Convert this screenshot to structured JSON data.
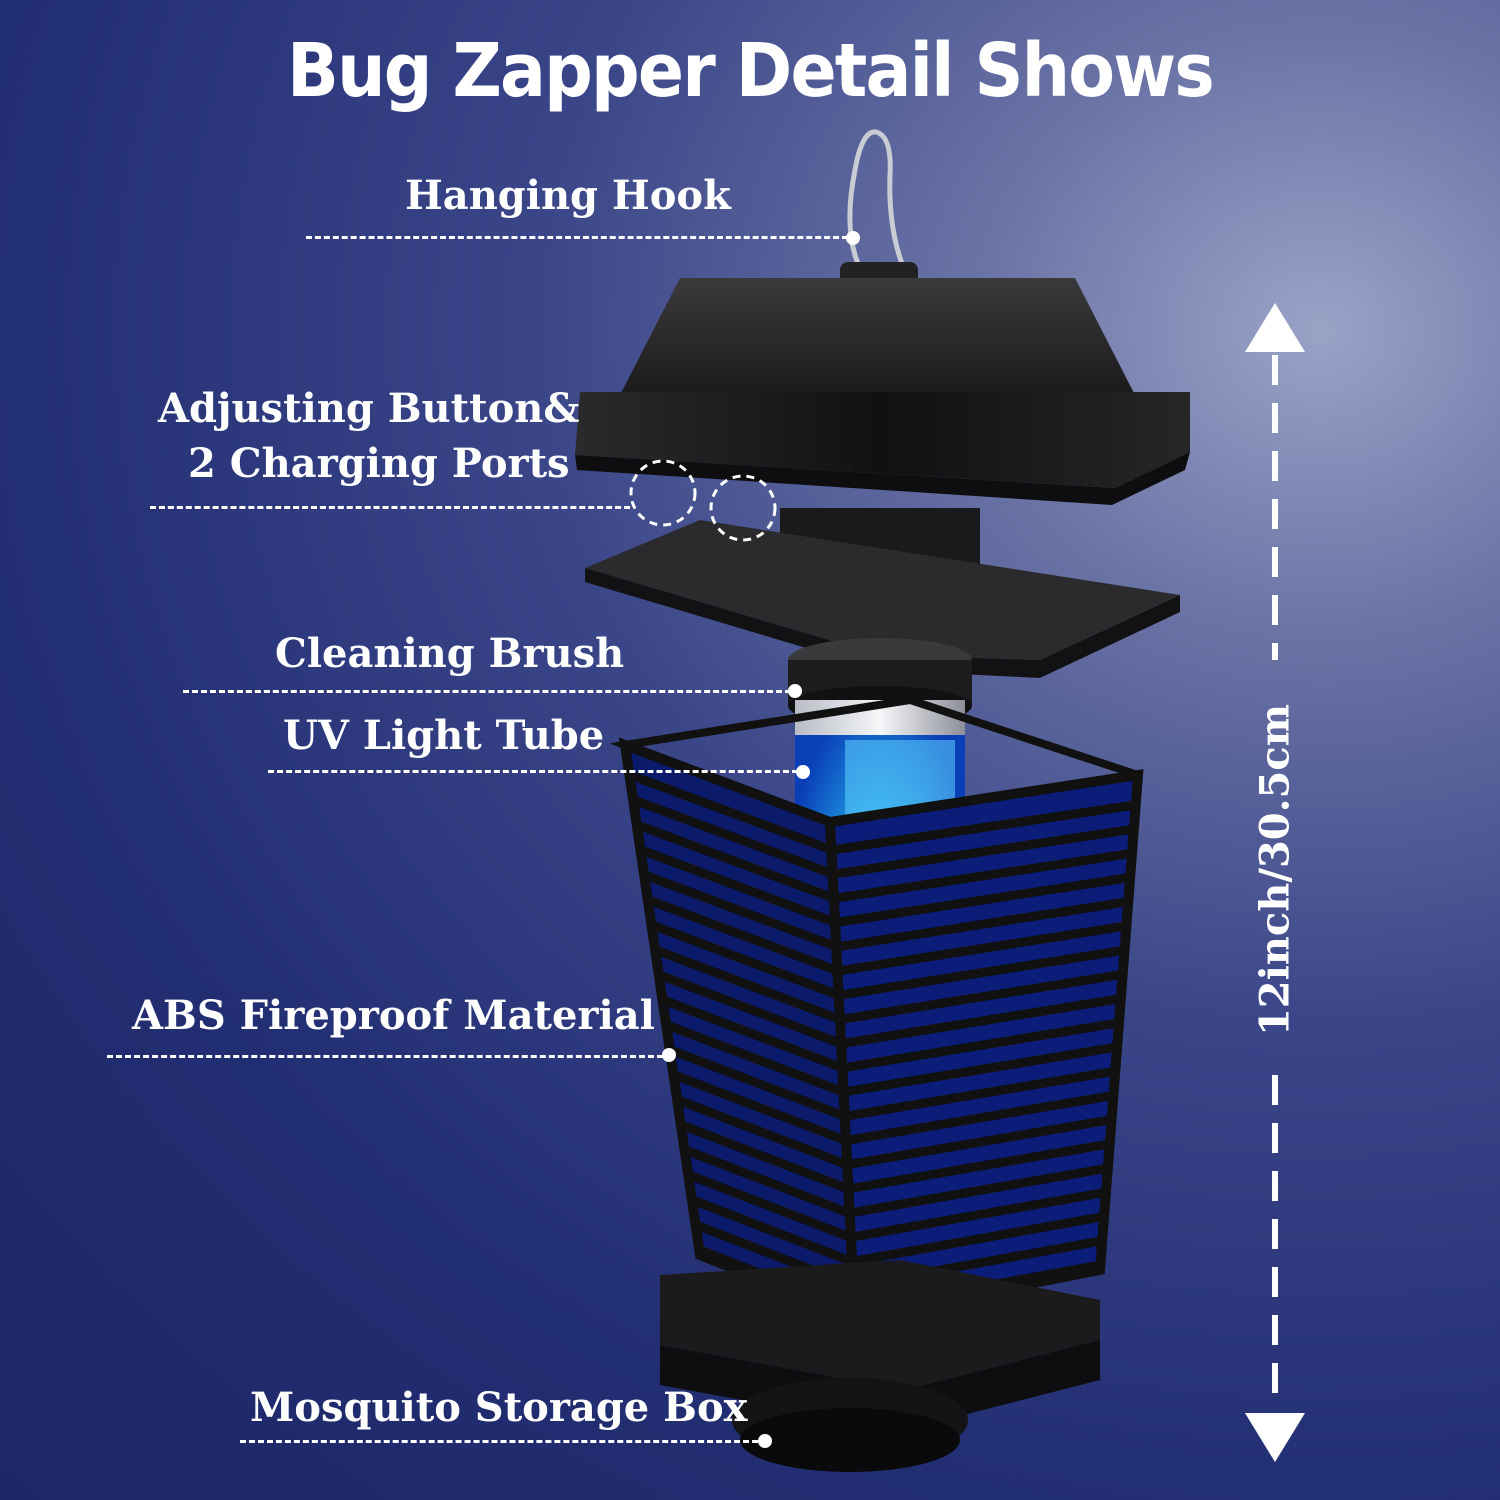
{
  "title": "Bug Zapper Detail Shows",
  "labels": {
    "hanging_hook": "Hanging Hook",
    "adjusting_button_line1": "Adjusting Button&",
    "adjusting_button_line2": "2 Charging Ports",
    "cleaning_brush": "Cleaning Brush",
    "uv_light_tube": "UV Light Tube",
    "abs_material": "ABS Fireproof Material",
    "storage_box": "Mosquito Storage Box"
  },
  "dimension": "12inch/30.5cm",
  "colors": {
    "background": "#232f73",
    "uv_glow": "#2fa8ff",
    "body": "#1c1c1e",
    "text": "#ffffff"
  }
}
